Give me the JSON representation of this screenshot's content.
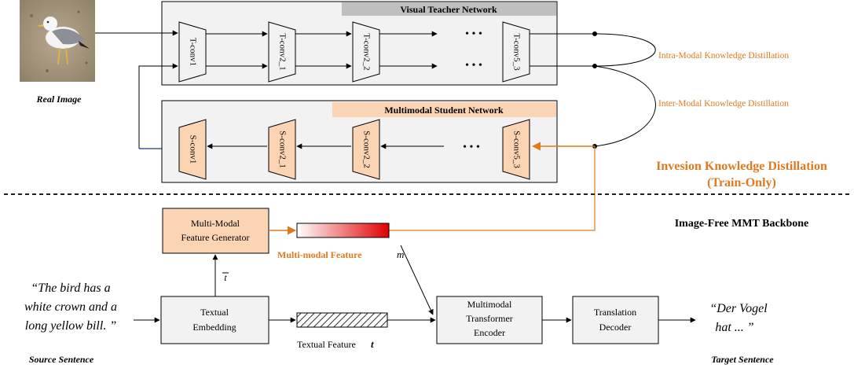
{
  "teacher": {
    "title": "Visual Teacher Network",
    "layers": [
      "T-conv1",
      "T-conv2_1",
      "T-conv2_2",
      "T-conv5_3"
    ],
    "dots": "•   •   •"
  },
  "student": {
    "title": "Multimodal Student Network",
    "layers": [
      "S-conv1",
      "S-conv2_1",
      "S-conv2_2",
      "S-conv5_3"
    ],
    "dots": "•   •   •"
  },
  "labels": {
    "real_image": "Real Image",
    "intra_kd": "Intra-Modal Knowledge Distillation",
    "inter_kd": "Inter-Modal Knowledge Distillation",
    "inversion_kd_line1": "Invesion Knowledge Distillation",
    "inversion_kd_line2": "(Train-Only)",
    "backbone": "Image-Free MMT Backbone",
    "mm_feature": "Multi-modal Feature",
    "mm_feature_symbol": "m",
    "textual_feature": "Textual Feature",
    "textual_feature_symbol": "t",
    "t_bar": "t",
    "source_sentence_caption": "Source Sentence",
    "target_sentence_caption": "Target Sentence"
  },
  "boxes": {
    "mm_generator": [
      "Multi-Modal",
      "Feature Generator"
    ],
    "text_embedding": [
      "Textual",
      "Embedding"
    ],
    "mm_encoder": [
      "Multimodal",
      "Transformer",
      "Encoder"
    ],
    "translation_decoder": [
      "Translation",
      "Decoder"
    ]
  },
  "source_sentence": [
    "“The bird has a",
    "white crown and a",
    "long yellow bill. ”"
  ],
  "target_sentence": [
    "“Der Vogel",
    "hat ... ”"
  ],
  "colors": {
    "orange": "#e07a1e",
    "peach": "#fbd4b4",
    "teacher_header": "#bfbfbf",
    "box_gray": "#f2f2f2",
    "student_link": "#1f3c88",
    "feature_red": "#e00000"
  }
}
